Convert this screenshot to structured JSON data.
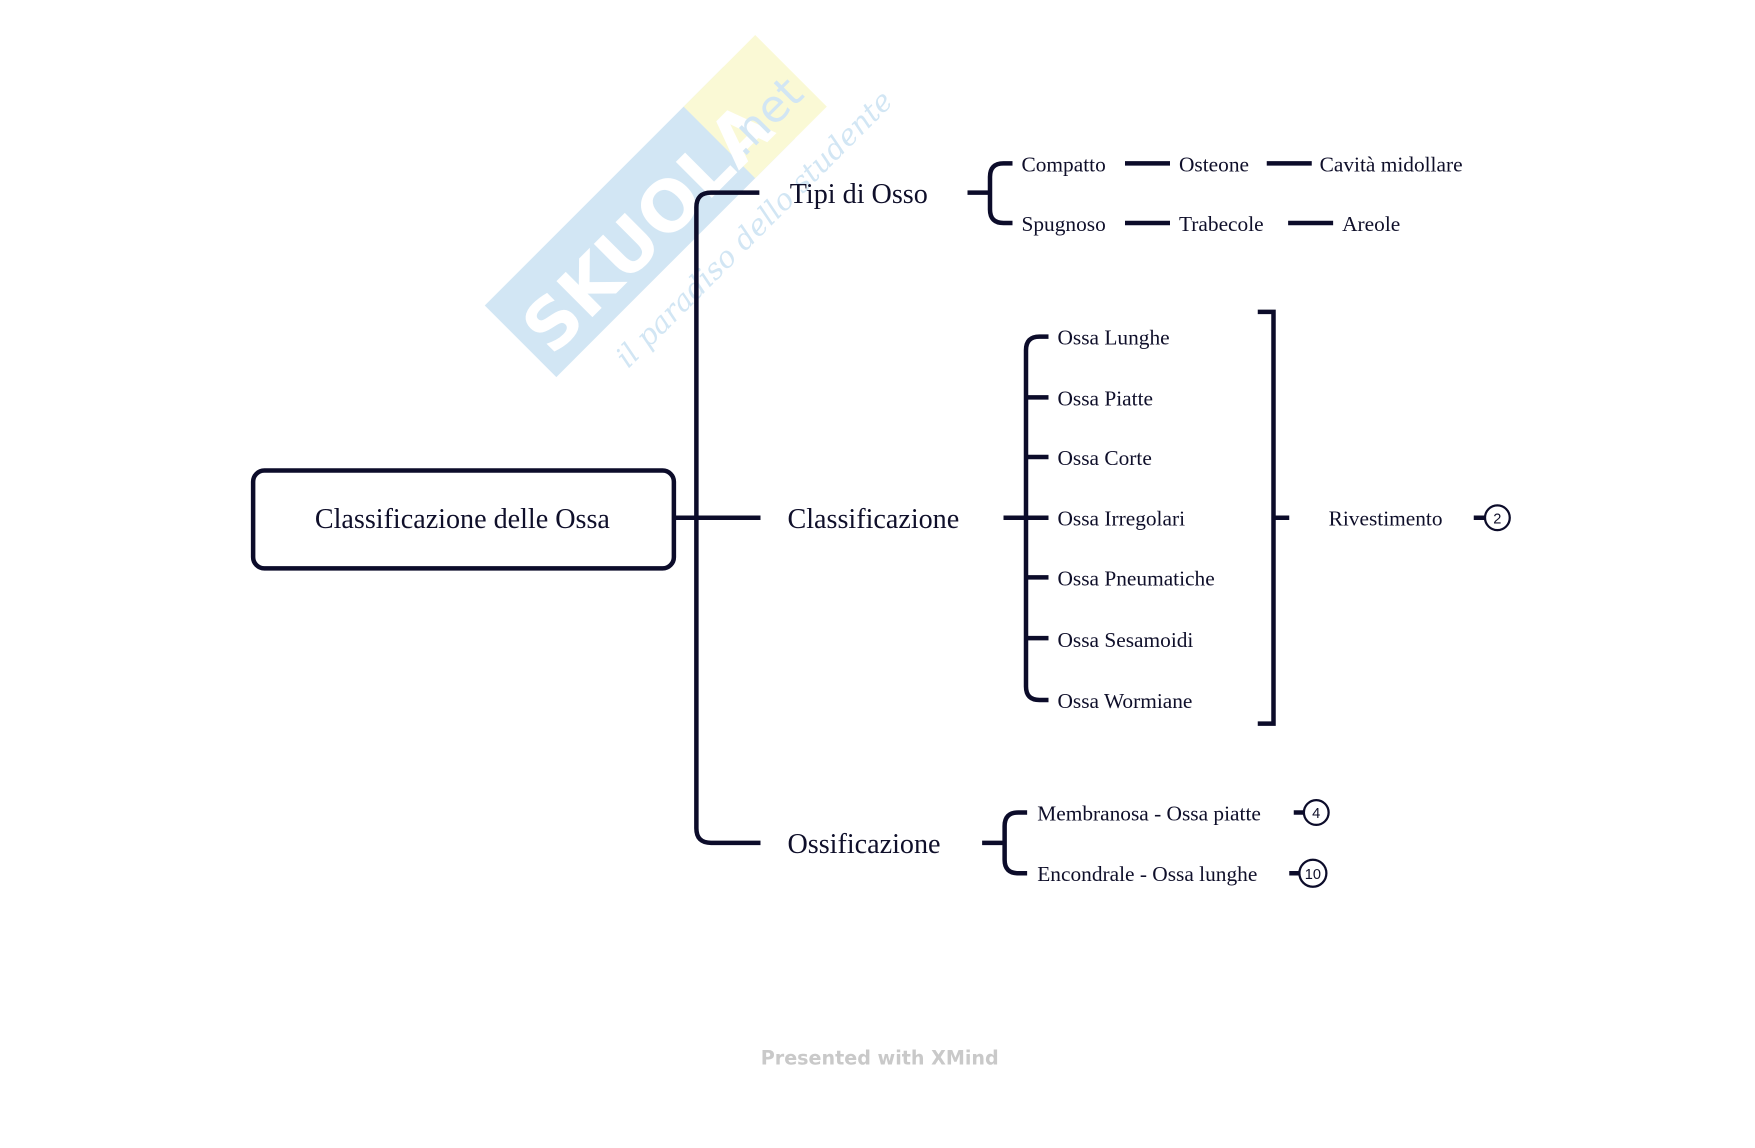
{
  "root": "Classificazione delle Ossa",
  "branches": {
    "tipi": {
      "label": "Tipi di Osso",
      "rows": [
        [
          "Compatto",
          "Osteone",
          "Cavità midollare"
        ],
        [
          "Spugnoso",
          "Trabecole",
          "Areole"
        ]
      ]
    },
    "classificazione": {
      "label": "Classificazione",
      "items": [
        "Ossa Lunghe",
        "Ossa Piatte",
        "Ossa Corte",
        "Ossa Irregolari",
        "Ossa Pneumatiche",
        "Ossa Sesamoidi",
        "Ossa Wormiane"
      ],
      "summary": "Rivestimento",
      "summary_badge": "2"
    },
    "ossificazione": {
      "label": "Ossificazione",
      "items": [
        {
          "label": "Membranosa - Ossa piatte",
          "badge": "4"
        },
        {
          "label": "Encondrale - Ossa lunghe",
          "badge": "10"
        }
      ]
    }
  },
  "footer": "Presented with XMind",
  "watermark": {
    "brand": "SKUOLA.net",
    "tagline": "il paradiso dello studente"
  },
  "colors": {
    "line": "#0c0c2a",
    "watermark_blue": "#7fb8e0",
    "watermark_yellow": "#f3ee8a"
  }
}
